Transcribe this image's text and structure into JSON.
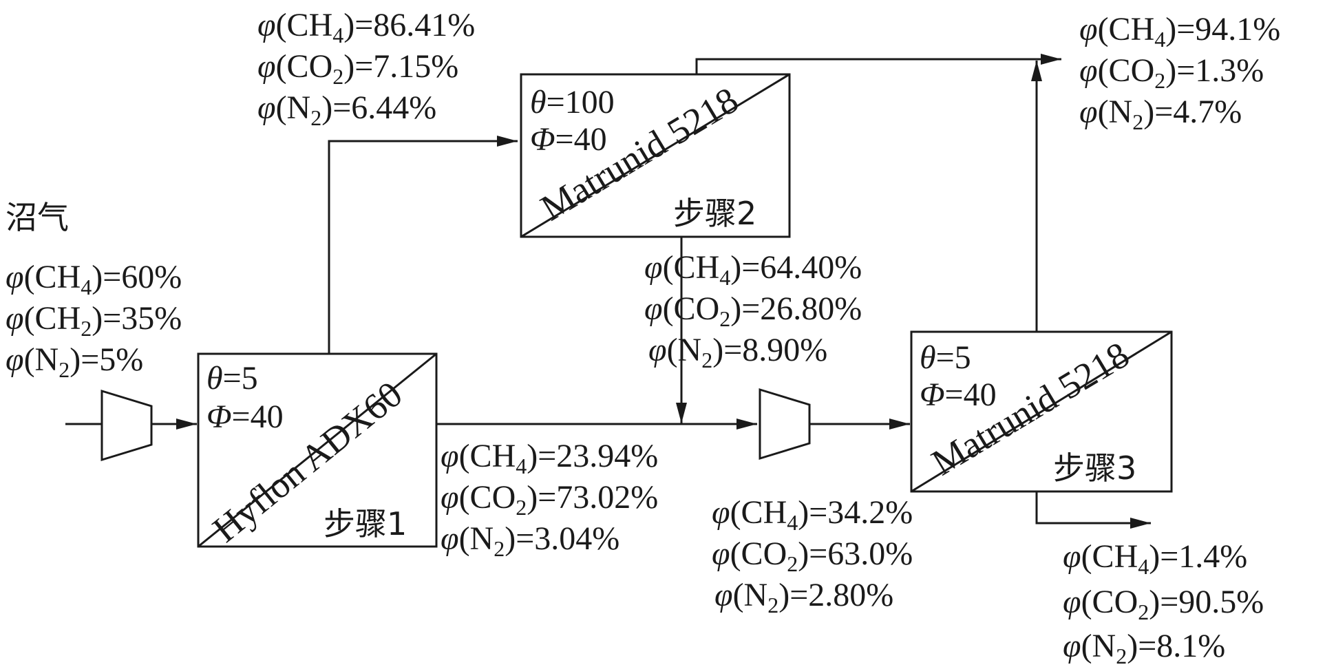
{
  "feed": {
    "title": "沼气",
    "ch4": "60%",
    "ch2": "35%",
    "n2": "5%"
  },
  "step1": {
    "theta_val": "5",
    "phi_val": "40",
    "membrane": "Hyflon ADX60",
    "step_label": "步骤1"
  },
  "step2": {
    "theta_val": "100",
    "phi_val": "40",
    "membrane": "Matrunid 5218",
    "step_label": "步骤2"
  },
  "step3": {
    "theta_val": "5",
    "phi_val": "40",
    "membrane": "Matrunid 5218",
    "step_label": "步骤3"
  },
  "stream_s1_permeate": {
    "ch4": "86.41%",
    "co2": "7.15%",
    "n2": "6.44%"
  },
  "stream_s1_retentate": {
    "ch4": "23.94%",
    "co2": "73.02%",
    "n2": "3.04%"
  },
  "stream_s2_retentate": {
    "ch4": "64.40%",
    "co2": "26.80%",
    "n2": "8.90%"
  },
  "stream_mixed": {
    "ch4": "34.2%",
    "co2": "63.0%",
    "n2": "2.80%"
  },
  "stream_product": {
    "ch4": "94.1%",
    "co2": "1.3%",
    "n2": "4.7%"
  },
  "stream_waste": {
    "ch4": "1.4%",
    "co2": "90.5%",
    "n2": "8.1%"
  }
}
